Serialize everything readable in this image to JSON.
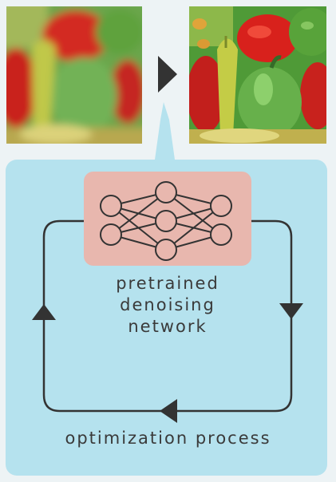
{
  "labels": {
    "network_line1": "pretrained",
    "network_line2": "denoising",
    "network_line3": "network",
    "process": "optimization process"
  },
  "colors": {
    "background": "#edf3f5",
    "process_box": "#b5e2ee",
    "network_box": "#e8b7ae",
    "stroke": "#333333"
  },
  "icons": {
    "input": "blurry-peppers-image",
    "output": "sharp-peppers-image",
    "transform": "play-triangle-icon",
    "network": "neural-network-icon"
  }
}
